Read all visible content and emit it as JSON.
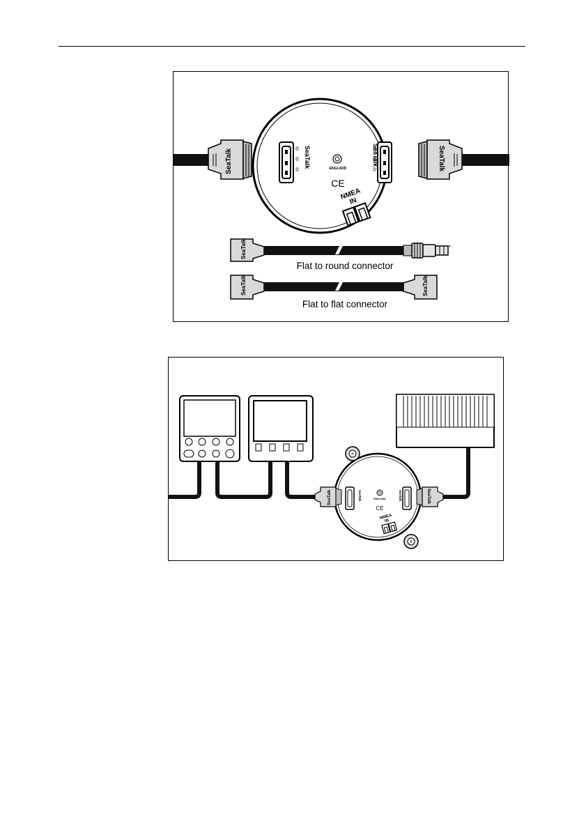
{
  "figure1": {
    "connector_brand": "SeaTalk",
    "england_text": "ENGLAND",
    "ce_mark": "CE",
    "nmea_line1": "NMEA",
    "nmea_line2": "IN",
    "plus_sign": "+",
    "minus_sign": "-",
    "cable1_caption": "Flat to round connector",
    "cable2_caption": "Flat to flat connector"
  },
  "figure2": {
    "connector_brand": "SeaTalk",
    "england_text": "ENGLAND",
    "ce_mark": "CE",
    "nmea_line1": "NMEA",
    "nmea_line2": "IN"
  }
}
